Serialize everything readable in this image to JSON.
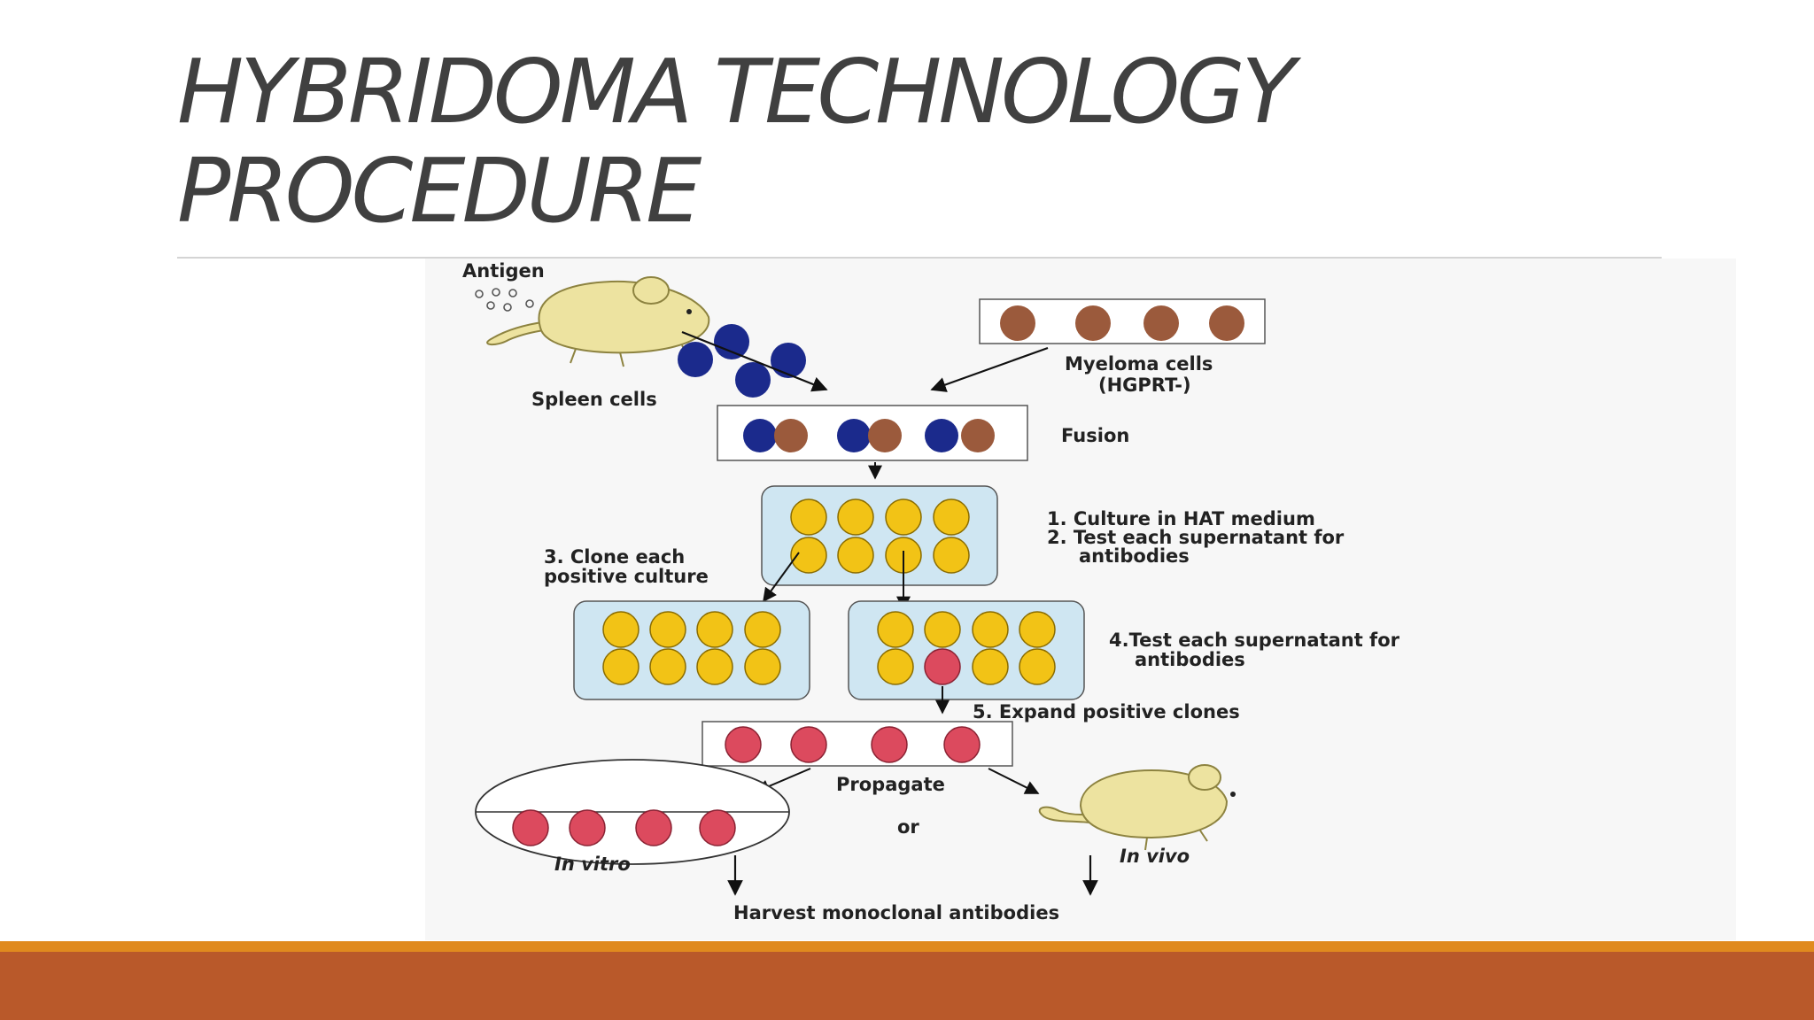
{
  "slide": {
    "title_line1": "HYBRIDOMA TECHNOLOGY",
    "title_line2": "PROCEDURE"
  },
  "diagram": {
    "labels": {
      "antigen": "Antigen",
      "spleen_cells": "Spleen cells",
      "myeloma_line1": "Myeloma cells",
      "myeloma_line2": "(HGPRT-)",
      "fusion": "Fusion",
      "step1": "1. Culture in HAT medium",
      "step2_line1": "2. Test each supernatant for",
      "step2_line2": "antibodies",
      "step3_line1": "3. Clone each",
      "step3_line2": "positive culture",
      "step4_line1": "4.Test each supernatant for",
      "step4_line2": "antibodies",
      "step5": "5. Expand positive clones",
      "propagate": "Propagate",
      "or": "or",
      "in_vitro": "In vitro",
      "in_vivo": "In vivo",
      "harvest": "Harvest monoclonal antibodies"
    },
    "colors": {
      "spleen_cell": "#1b2a8c",
      "myeloma_cell": "#9b5a3c",
      "hybridoma_cell": "#f2c316",
      "positive_clone": "#dc4a5e",
      "culture_fill": "#cfe6f2",
      "mouse_fill": "#ede3a0"
    }
  },
  "footer": {
    "stripe_color": "#e08a1e",
    "bar_color": "#b9592a"
  }
}
